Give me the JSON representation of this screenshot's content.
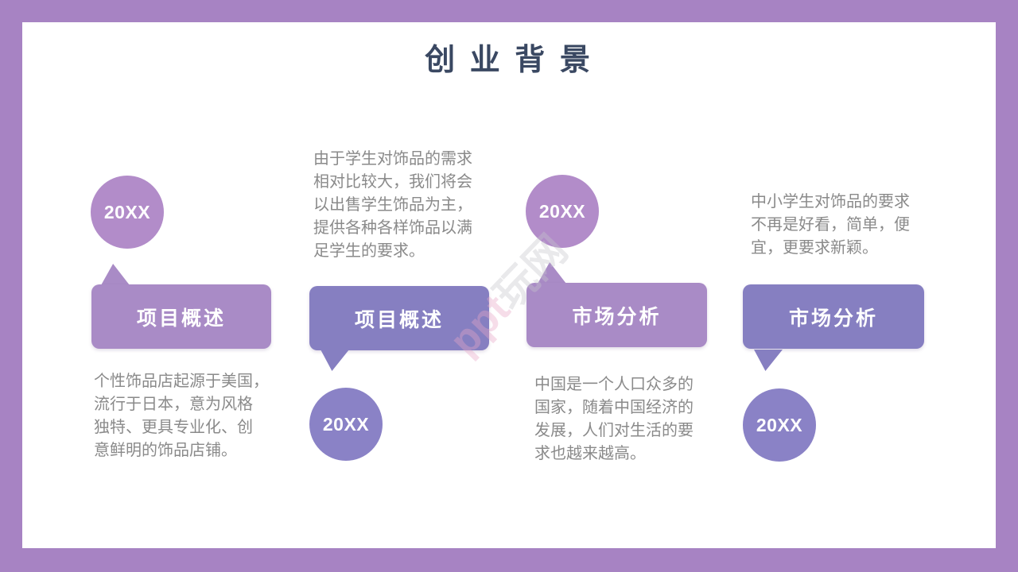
{
  "slide": {
    "title": "创 业 背 景"
  },
  "watermark": {
    "latin": "ppt",
    "cjk": "玩网"
  },
  "columns": [
    {
      "year": "20XX",
      "label": "项目概述",
      "text": "个性饰品店起源于美国，\n流行于日本，意为风格\n独特、更具专业化、创\n意鲜明的饰品店铺。",
      "variant": "light",
      "circle_position": "top"
    },
    {
      "year": "20XX",
      "label": "项目概述",
      "text": "由于学生对饰品的需求\n相对比较大，我们将会\n以出售学生饰品为主，\n提供各种各样饰品以满\n足学生的要求。",
      "variant": "dark",
      "circle_position": "bottom"
    },
    {
      "year": "20XX",
      "label": "市场分析",
      "text": "中国是一个人口众多的\n国家，随着中国经济的\n发展，人们对生活的要\n求也越来越高。",
      "variant": "light",
      "circle_position": "top"
    },
    {
      "year": "20XX",
      "label": "市场分析",
      "text": "中小学生对饰品的要求\n不再是好看，简单，便\n宜，更要求新颖。",
      "variant": "dark",
      "circle_position": "bottom"
    }
  ],
  "colors": {
    "frame": "#a783c3",
    "circle_light": "#b28cc9",
    "circle_dark": "#8a82c6",
    "box_light": "#a98bc6",
    "box_dark": "#867fc1",
    "title_text": "#3a4862",
    "body_text": "#8a8a8a"
  }
}
